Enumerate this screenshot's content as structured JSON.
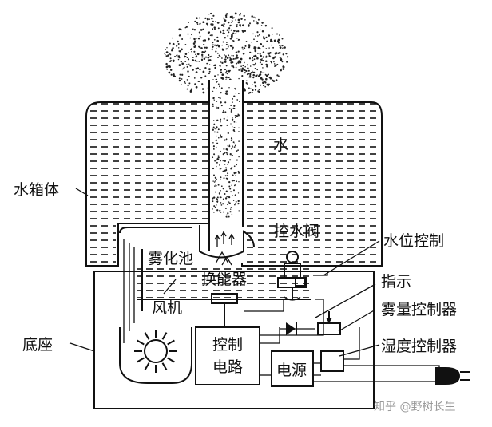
{
  "labels": {
    "water": "水",
    "tank": "水箱体",
    "valve": "控水阀",
    "level_control": "水位控制",
    "atomizing_pool": "雾化池",
    "transducer": "换能器",
    "indicator": "指示",
    "fan": "风机",
    "mist_controller": "雾量控制器",
    "base": "底座",
    "humidity_controller": "湿度控制器",
    "control_circuit_1": "控制",
    "control_circuit_2": "电路",
    "power": "电源"
  },
  "watermark": "知乎 @野树长生",
  "colors": {
    "line": "#111111",
    "background": "#ffffff"
  }
}
